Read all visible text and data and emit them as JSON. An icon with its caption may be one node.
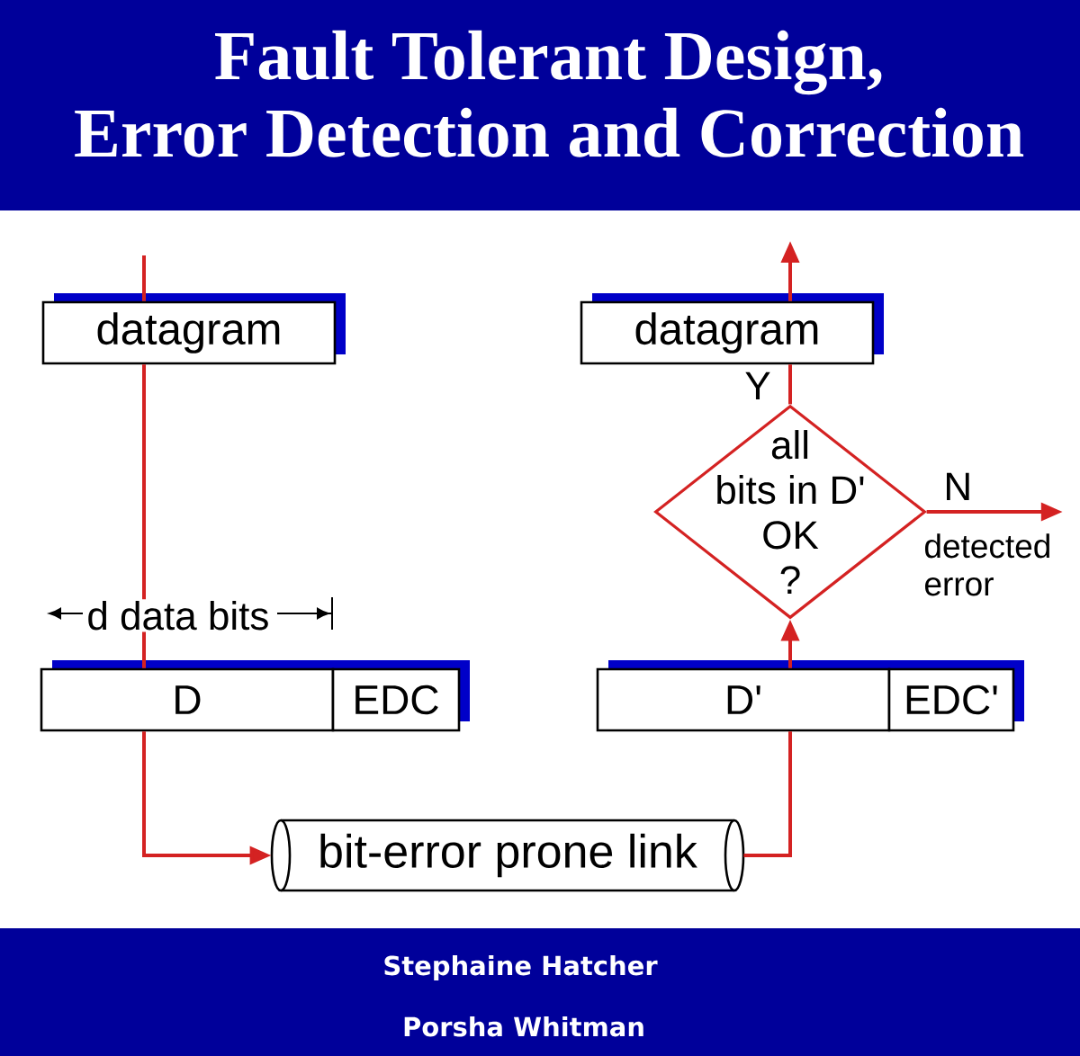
{
  "diagram": {
    "title": "Fault Tolerant Design, Error Detection and Correction",
    "nodes": [
      {
        "text": [
          "datagram"
        ]
      },
      {
        "text": [
          "datagram"
        ]
      },
      {
        "text": [
          "all bits in D' OK ?"
        ]
      },
      {
        "text": [
          "detected error"
        ]
      },
      {
        "text": [
          "D"
        ]
      },
      {
        "text": [
          "EDC"
        ]
      },
      {
        "text": [
          "D'"
        ]
      },
      {
        "text": [
          "EDC'"
        ]
      },
      {
        "text": [
          "bit-error prone link"
        ]
      }
    ],
    "edges": [
      {
        "from": null,
        "to": 0,
        "arrow": "none"
      },
      {
        "from": 0,
        "to": 4,
        "arrow": "none"
      },
      {
        "from": 4,
        "to": 8,
        "arrow": "to"
      },
      {
        "from": 8,
        "to": 6,
        "arrow": "none"
      },
      {
        "from": 6,
        "to": 2,
        "arrow": "to"
      },
      {
        "from": 2,
        "to": 1,
        "arrow": "none",
        "label": "Y"
      },
      {
        "from": 1,
        "to": null,
        "arrow": "to"
      },
      {
        "from": 2,
        "to": 3,
        "arrow": "to",
        "label": "N"
      }
    ],
    "labels": [
      "d data bits",
      "Stephaine Hatcher",
      "Porsha Whitman"
    ]
  }
}
